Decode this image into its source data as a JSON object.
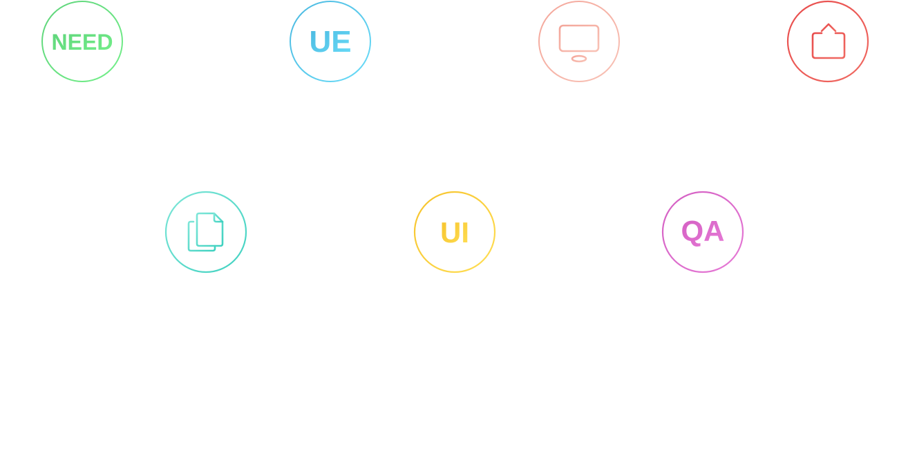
{
  "steps": [
    {
      "label": "NEED",
      "kind": "text",
      "color_start": "#5ED37A",
      "color_end": "#74F08A"
    },
    {
      "label": "UE",
      "kind": "text",
      "color_start": "#4AB8E0",
      "color_end": "#6ADCF8"
    },
    {
      "icon": "monitor-icon",
      "kind": "icon",
      "color_start": "#F4A69A",
      "color_end": "#F8C2B6"
    },
    {
      "icon": "share-export-icon",
      "kind": "icon",
      "color_start": "#E84C4C",
      "color_end": "#F06A62"
    },
    {
      "icon": "documents-copy-icon",
      "kind": "icon",
      "color_start": "#3FD1C0",
      "color_end": "#7EE6D8"
    },
    {
      "label": "UI",
      "kind": "text",
      "color_start": "#F6C22A",
      "color_end": "#FFDF55"
    },
    {
      "label": "QA",
      "kind": "text",
      "color_start": "#D35EC2",
      "color_end": "#E67AD6"
    }
  ]
}
